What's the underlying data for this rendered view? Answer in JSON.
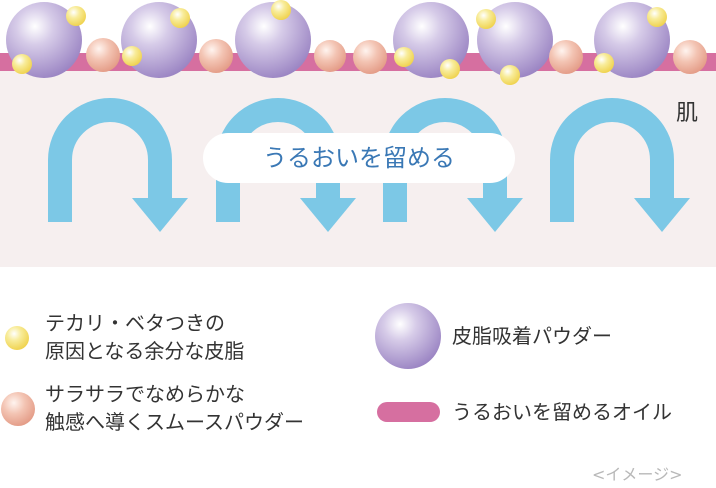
{
  "skin_label": "肌",
  "center_label": "うるおいを留める",
  "legend": {
    "yellow_particle": [
      "テカリ・ベタつきの",
      "原因となる余分な皮脂"
    ],
    "pink_particle": [
      "サラサラでなめらかな",
      "触感へ導くスムースパウダー"
    ],
    "purple_particle": [
      "皮脂吸着パウダー"
    ],
    "oil_layer": [
      "うるおいを留めるオイル"
    ]
  },
  "caption": "<イメージ>",
  "colors": {
    "skin": "#f6efef",
    "oil": "#d66fa0",
    "arrow": "#7cc8e6",
    "purple": "#b39fd1",
    "pink": "#f0b8a6",
    "yellow": "#f3e070",
    "text_blue": "#3a78b5"
  }
}
